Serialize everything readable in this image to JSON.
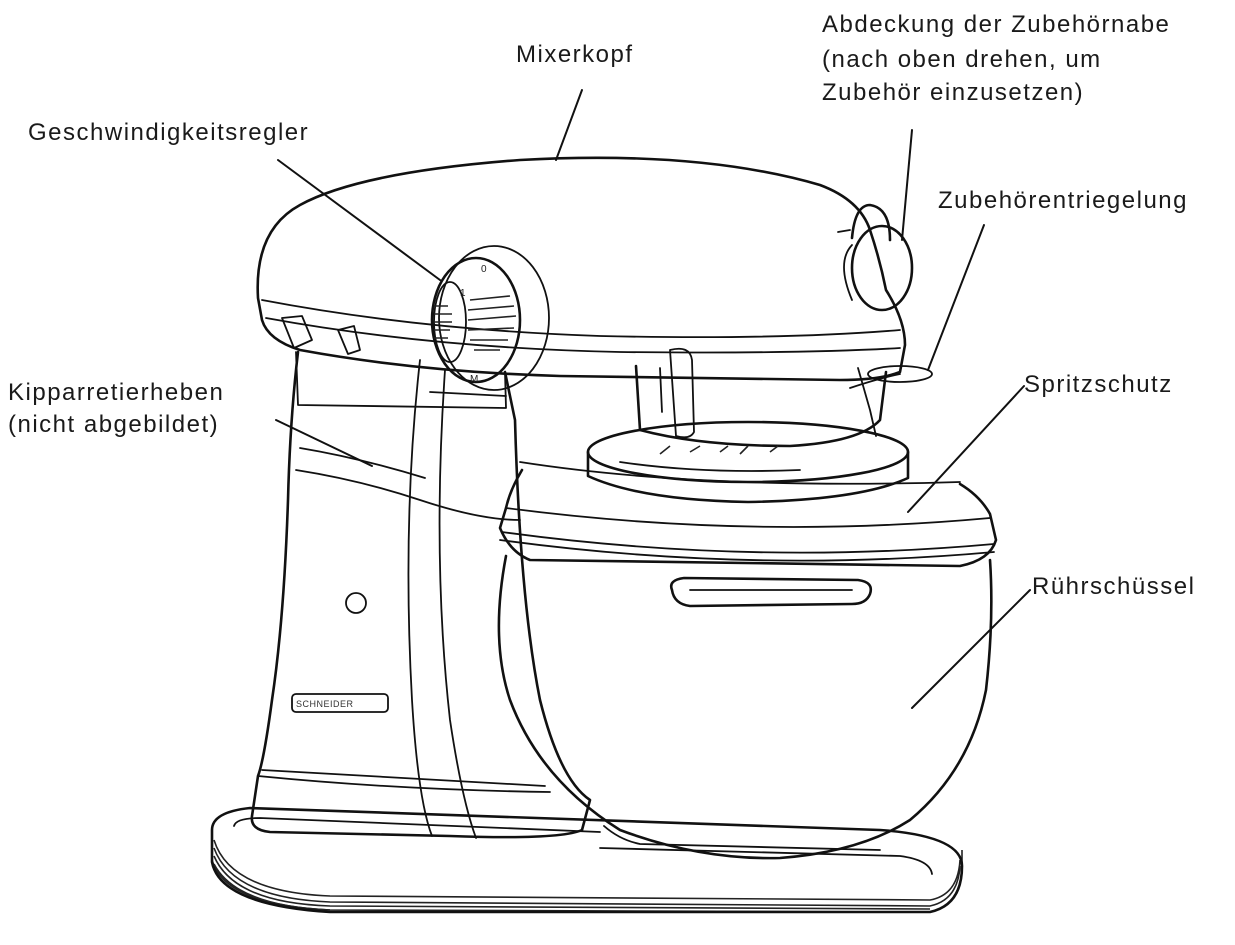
{
  "labels": {
    "mixer_head": "Mixerkopf",
    "speed_control": "Geschwindigkeitsregler",
    "hub_cover_1": "Abdeckung der Zubehörnabe",
    "hub_cover_2": "(nach oben drehen, um",
    "hub_cover_3": "Zubehör einzusetzen)",
    "accessory_release": "Zubehörentriegelung",
    "tilt_lever_1": "Kipparretierheben",
    "tilt_lever_2": "(nicht abgebildet)",
    "splash_guard": "Spritzschutz",
    "mixing_bowl": "Rührschüssel"
  },
  "device": {
    "brand": "SCHNEIDER",
    "dial_marks": [
      "0",
      "1",
      "M"
    ]
  }
}
